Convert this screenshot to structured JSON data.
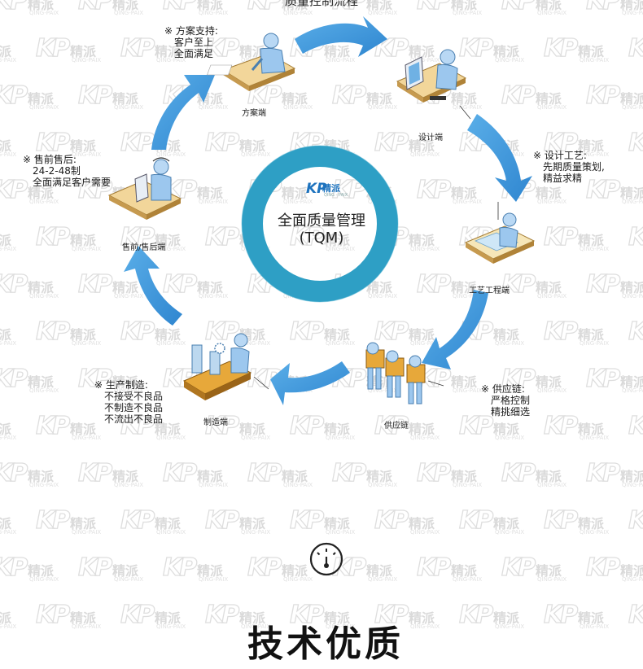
{
  "diagram": {
    "title": "质量控制流程",
    "center": {
      "title": "全面质量管理",
      "subtitle": "(TQM)"
    },
    "logo": {
      "mark": "KP",
      "name": "精派",
      "tagline": "QING - PAIX"
    },
    "stages": [
      {
        "role": "方案端",
        "note": [
          "※ 方案支持:",
          "客户至上",
          "全面满足"
        ]
      },
      {
        "role": "设计端",
        "note": []
      },
      {
        "role": "",
        "note": [
          "※ 设计工艺:",
          "先期质量策划,",
          "精益求精"
        ]
      },
      {
        "role": "工艺工程端",
        "note": []
      },
      {
        "role": "供应链",
        "note": [
          "※ 供应链:",
          "严格控制",
          "精挑细选"
        ]
      },
      {
        "role": "制造端",
        "note": [
          "※ 生产制造:",
          "不接受不良品",
          "不制造不良品",
          "不流出不良品"
        ]
      },
      {
        "role": "售前/售后端",
        "note": [
          "※ 售前售后:",
          "24-2-48制",
          "全面满足客户需要"
        ]
      }
    ]
  },
  "section": {
    "icon": "gauge-icon",
    "title": "技术优质"
  },
  "watermark": {
    "mark": "KP",
    "name": "精派",
    "tagline": "QING-PAIX"
  },
  "colors": {
    "arrow": "#3d94db",
    "ring": "#2e9fc5",
    "accent": "#1e73be"
  }
}
